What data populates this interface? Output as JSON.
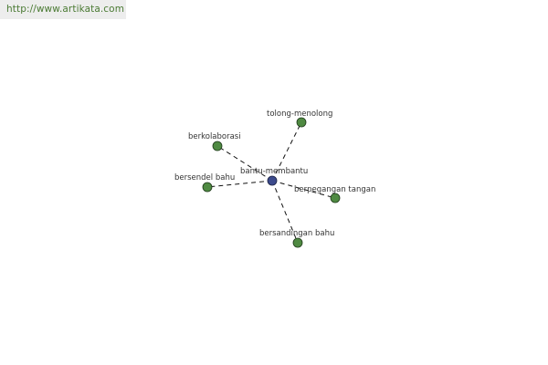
{
  "watermark": {
    "url": "http://www.artikata.com"
  },
  "diagram": {
    "center": {
      "id": "center",
      "label": "bantu-membantu"
    },
    "nodes": [
      {
        "id": "tolong",
        "label": "tolong-menolong"
      },
      {
        "id": "berkolaborasi",
        "label": "berkolaborasi"
      },
      {
        "id": "bersendel",
        "label": "bersendel bahu"
      },
      {
        "id": "berpegangan",
        "label": "berpegangan tangan"
      },
      {
        "id": "bersandingan",
        "label": "bersandingan bahu"
      }
    ],
    "edges": [
      {
        "from": "center",
        "to": "tolong"
      },
      {
        "from": "center",
        "to": "berkolaborasi"
      },
      {
        "from": "center",
        "to": "bersendel"
      },
      {
        "from": "center",
        "to": "berpegangan"
      },
      {
        "from": "center",
        "to": "bersandingan"
      }
    ],
    "colors": {
      "center_node": "#3c4a8c",
      "leaf_node": "#4f8a42",
      "edge": "#111111",
      "label": "#333333",
      "watermark": "#4a7a33"
    }
  }
}
